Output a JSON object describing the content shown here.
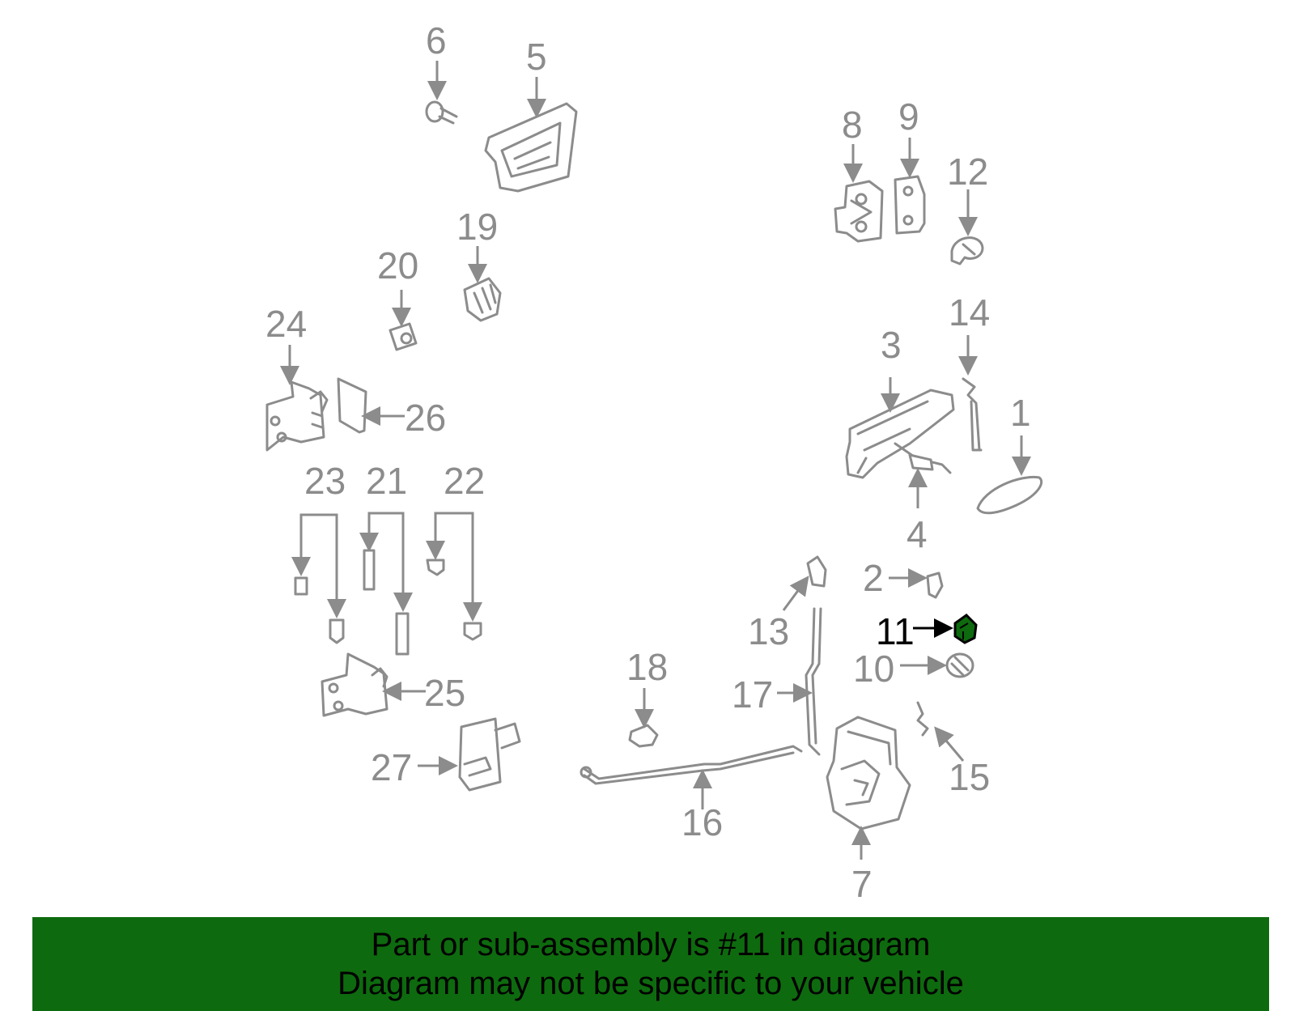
{
  "highlight": {
    "part_number": "11",
    "color": "#0e6a0e",
    "label_color": "#000000"
  },
  "diagram": {
    "part_color": "#8c8c8c",
    "callouts": [
      {
        "id": "1",
        "label": "1"
      },
      {
        "id": "2",
        "label": "2"
      },
      {
        "id": "3",
        "label": "3"
      },
      {
        "id": "4",
        "label": "4"
      },
      {
        "id": "5",
        "label": "5"
      },
      {
        "id": "6",
        "label": "6"
      },
      {
        "id": "7",
        "label": "7"
      },
      {
        "id": "8",
        "label": "8"
      },
      {
        "id": "9",
        "label": "9"
      },
      {
        "id": "10",
        "label": "10"
      },
      {
        "id": "11",
        "label": "11"
      },
      {
        "id": "12",
        "label": "12"
      },
      {
        "id": "13",
        "label": "13"
      },
      {
        "id": "14",
        "label": "14"
      },
      {
        "id": "15",
        "label": "15"
      },
      {
        "id": "16",
        "label": "16"
      },
      {
        "id": "17",
        "label": "17"
      },
      {
        "id": "18",
        "label": "18"
      },
      {
        "id": "19",
        "label": "19"
      },
      {
        "id": "20",
        "label": "20"
      },
      {
        "id": "21",
        "label": "21"
      },
      {
        "id": "22",
        "label": "22"
      },
      {
        "id": "23",
        "label": "23"
      },
      {
        "id": "24",
        "label": "24"
      },
      {
        "id": "25",
        "label": "25"
      },
      {
        "id": "26",
        "label": "26"
      },
      {
        "id": "27",
        "label": "27"
      }
    ]
  },
  "footer": {
    "line1": "Part or sub-assembly is #11 in diagram",
    "line2": "Diagram may not be specific to your vehicle",
    "background": "#0e6a0e"
  }
}
